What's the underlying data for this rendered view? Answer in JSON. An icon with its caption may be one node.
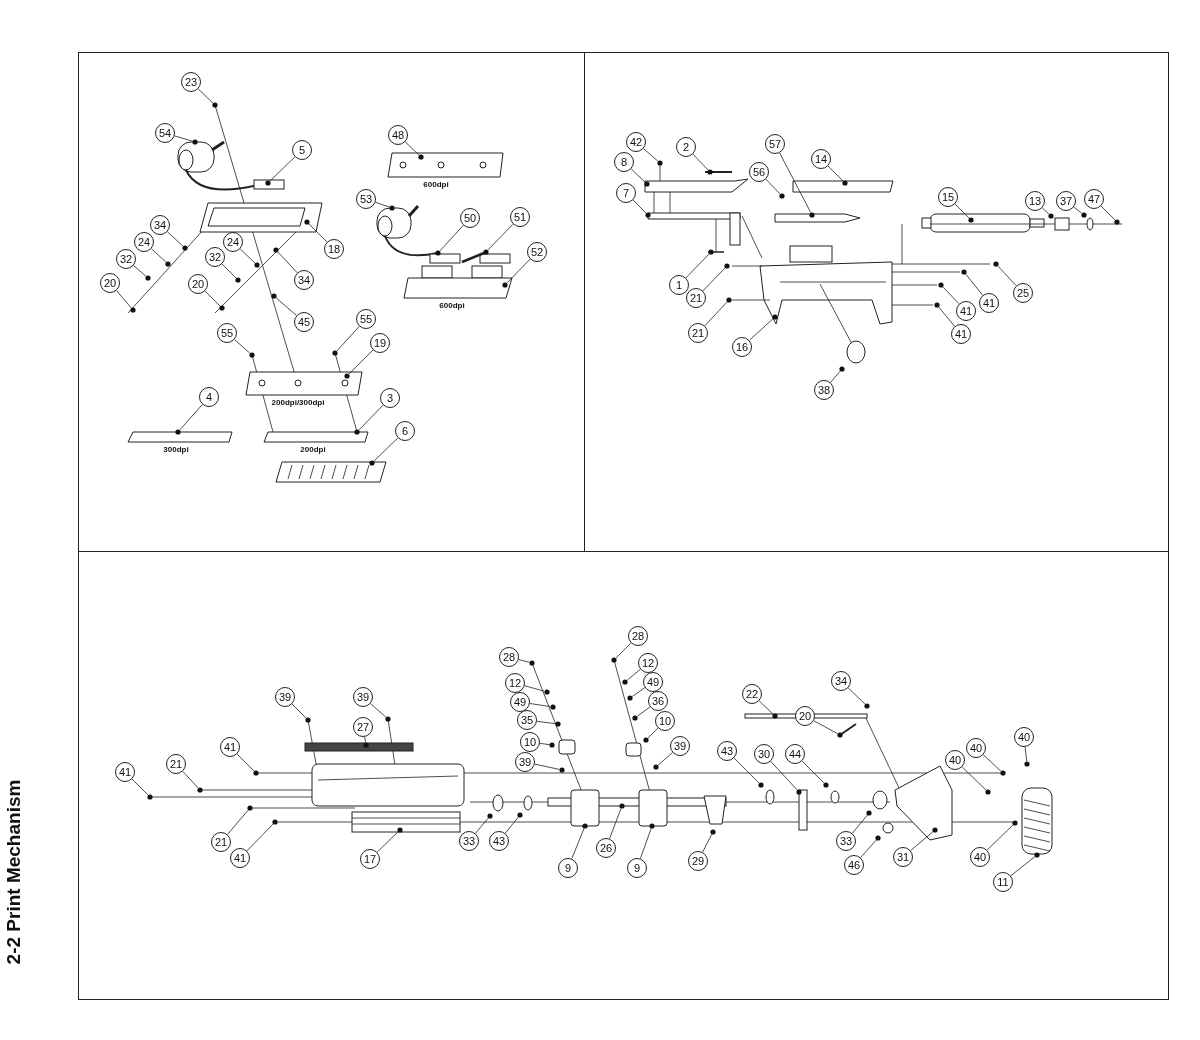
{
  "diagram": {
    "title": "2-2 Print Mechanism",
    "nodes": [
      {
        "text": [
          "23"
        ]
      },
      {
        "text": [
          "54"
        ]
      },
      {
        "text": [
          "5"
        ]
      },
      {
        "text": [
          "48"
        ]
      },
      {
        "text": [
          "53"
        ]
      },
      {
        "text": [
          "50"
        ]
      },
      {
        "text": [
          "51"
        ]
      },
      {
        "text": [
          "34"
        ]
      },
      {
        "text": [
          "18"
        ]
      },
      {
        "text": [
          "24"
        ]
      },
      {
        "text": [
          "24"
        ]
      },
      {
        "text": [
          "32"
        ]
      },
      {
        "text": [
          "32"
        ]
      },
      {
        "text": [
          "34"
        ]
      },
      {
        "text": [
          "20"
        ]
      },
      {
        "text": [
          "20"
        ]
      },
      {
        "text": [
          "52"
        ]
      },
      {
        "text": [
          "45"
        ]
      },
      {
        "text": [
          "55"
        ]
      },
      {
        "text": [
          "55"
        ]
      },
      {
        "text": [
          "19"
        ]
      },
      {
        "text": [
          "4"
        ]
      },
      {
        "text": [
          "3"
        ]
      },
      {
        "text": [
          "6"
        ]
      },
      {
        "text": [
          "42"
        ]
      },
      {
        "text": [
          "2"
        ]
      },
      {
        "text": [
          "57"
        ]
      },
      {
        "text": [
          "14"
        ]
      },
      {
        "text": [
          "8"
        ]
      },
      {
        "text": [
          "56"
        ]
      },
      {
        "text": [
          "7"
        ]
      },
      {
        "text": [
          "15"
        ]
      },
      {
        "text": [
          "13"
        ]
      },
      {
        "text": [
          "37"
        ]
      },
      {
        "text": [
          "47"
        ]
      },
      {
        "text": [
          "1"
        ]
      },
      {
        "text": [
          "21"
        ]
      },
      {
        "text": [
          "25"
        ]
      },
      {
        "text": [
          "41"
        ]
      },
      {
        "text": [
          "41"
        ]
      },
      {
        "text": [
          "21"
        ]
      },
      {
        "text": [
          "41"
        ]
      },
      {
        "text": [
          "16"
        ]
      },
      {
        "text": [
          "38"
        ]
      },
      {
        "text": [
          "28"
        ]
      },
      {
        "text": [
          "28"
        ]
      },
      {
        "text": [
          "12"
        ]
      },
      {
        "text": [
          "12"
        ]
      },
      {
        "text": [
          "49"
        ]
      },
      {
        "text": [
          "49"
        ]
      },
      {
        "text": [
          "35"
        ]
      },
      {
        "text": [
          "36"
        ]
      },
      {
        "text": [
          "10"
        ]
      },
      {
        "text": [
          "10"
        ]
      },
      {
        "text": [
          "39"
        ]
      },
      {
        "text": [
          "39"
        ]
      },
      {
        "text": [
          "39"
        ]
      },
      {
        "text": [
          "39"
        ]
      },
      {
        "text": [
          "27"
        ]
      },
      {
        "text": [
          "22"
        ]
      },
      {
        "text": [
          "34"
        ]
      },
      {
        "text": [
          "20"
        ]
      },
      {
        "text": [
          "40"
        ]
      },
      {
        "text": [
          "40"
        ]
      },
      {
        "text": [
          "40"
        ]
      },
      {
        "text": [
          "41"
        ]
      },
      {
        "text": [
          "21"
        ]
      },
      {
        "text": [
          "41"
        ]
      },
      {
        "text": [
          "43"
        ]
      },
      {
        "text": [
          "30"
        ]
      },
      {
        "text": [
          "44"
        ]
      },
      {
        "text": [
          "21"
        ]
      },
      {
        "text": [
          "41"
        ]
      },
      {
        "text": [
          "17"
        ]
      },
      {
        "text": [
          "33"
        ]
      },
      {
        "text": [
          "43"
        ]
      },
      {
        "text": [
          "9"
        ]
      },
      {
        "text": [
          "26"
        ]
      },
      {
        "text": [
          "9"
        ]
      },
      {
        "text": [
          "29"
        ]
      },
      {
        "text": [
          "33"
        ]
      },
      {
        "text": [
          "46"
        ]
      },
      {
        "text": [
          "31"
        ]
      },
      {
        "text": [
          "40"
        ]
      },
      {
        "text": [
          "11"
        ]
      },
      {
        "text": [],
        "shape": "circle"
      },
      {
        "text": [],
        "shape": "circle"
      },
      {
        "text": [],
        "shape": "circle"
      },
      {
        "text": [],
        "shape": "circle"
      },
      {
        "text": [],
        "shape": "circle"
      },
      {
        "text": [],
        "shape": "circle"
      },
      {
        "text": [],
        "shape": "circle"
      },
      {
        "text": [],
        "shape": "circle"
      },
      {
        "text": [],
        "shape": "circle"
      },
      {
        "text": [],
        "shape": "circle"
      },
      {
        "text": [],
        "shape": "circle"
      },
      {
        "text": [],
        "shape": "circle"
      },
      {
        "text": [],
        "shape": "circle"
      },
      {
        "text": [],
        "shape": "circle"
      },
      {
        "text": [],
        "shape": "circle"
      },
      {
        "text": [],
        "shape": "circle"
      },
      {
        "text": [],
        "shape": "circle"
      },
      {
        "text": [],
        "shape": "circle"
      },
      {
        "text": [],
        "shape": "circle"
      },
      {
        "text": [],
        "shape": "circle"
      },
      {
        "text": [],
        "shape": "circle"
      },
      {
        "text": [],
        "shape": "circle"
      },
      {
        "text": [],
        "shape": "circle"
      },
      {
        "text": [],
        "shape": "circle"
      },
      {
        "text": [],
        "shape": "circle"
      },
      {
        "text": [],
        "shape": "circle"
      },
      {
        "text": [],
        "shape": "circle"
      },
      {
        "text": [],
        "shape": "circle"
      },
      {
        "text": [],
        "shape": "circle"
      },
      {
        "text": [],
        "shape": "circle"
      },
      {
        "text": [],
        "shape": "circle"
      },
      {
        "text": [],
        "shape": "circle"
      },
      {
        "text": [],
        "shape": "circle"
      },
      {
        "text": [],
        "shape": "circle"
      },
      {
        "text": [],
        "shape": "circle"
      },
      {
        "text": [],
        "shape": "circle"
      },
      {
        "text": [],
        "shape": "circle"
      },
      {
        "text": [],
        "shape": "circle"
      },
      {
        "text": [],
        "shape": "circle"
      },
      {
        "text": [],
        "shape": "circle"
      },
      {
        "text": [],
        "shape": "circle"
      },
      {
        "text": [],
        "shape": "circle"
      },
      {
        "text": [],
        "shape": "circle"
      },
      {
        "text": [],
        "shape": "circle"
      },
      {
        "text": [],
        "shape": "circle"
      },
      {
        "text": [],
        "shape": "circle"
      },
      {
        "text": [],
        "shape": "circle"
      },
      {
        "text": [],
        "shape": "circle"
      },
      {
        "text": [],
        "shape": "circle"
      },
      {
        "text": [],
        "shape": "circle"
      },
      {
        "text": [],
        "shape": "circle"
      },
      {
        "text": [],
        "shape": "circle"
      },
      {
        "text": [],
        "shape": "circle"
      },
      {
        "text": [],
        "shape": "circle"
      },
      {
        "text": [],
        "shape": "circle"
      },
      {
        "text": [],
        "shape": "circle"
      },
      {
        "text": [],
        "shape": "circle"
      },
      {
        "text": [],
        "shape": "circle"
      },
      {
        "text": [],
        "shape": "circle"
      },
      {
        "text": [],
        "shape": "circle"
      },
      {
        "text": [],
        "shape": "circle"
      },
      {
        "text": [],
        "shape": "circle"
      },
      {
        "text": [],
        "shape": "circle"
      },
      {
        "text": [],
        "shape": "circle"
      },
      {
        "text": [],
        "shape": "circle"
      },
      {
        "text": [],
        "shape": "circle"
      },
      {
        "text": [],
        "shape": "circle"
      },
      {
        "text": [],
        "shape": "circle"
      },
      {
        "text": [],
        "shape": "circle"
      },
      {
        "text": [],
        "shape": "circle"
      },
      {
        "text": [],
        "shape": "circle"
      },
      {
        "text": [],
        "shape": "circle"
      },
      {
        "text": [],
        "shape": "circle"
      },
      {
        "text": [],
        "shape": "circle"
      },
      {
        "text": [],
        "shape": "circle"
      },
      {
        "text": [],
        "shape": "circle"
      },
      {
        "text": [],
        "shape": "circle"
      },
      {
        "text": [],
        "shape": "circle"
      },
      {
        "text": [],
        "shape": "circle"
      },
      {
        "text": [],
        "shape": "circle"
      },
      {
        "text": [],
        "shape": "circle"
      },
      {
        "text": [],
        "shape": "circle"
      },
      {
        "text": [],
        "shape": "circle"
      },
      {
        "text": [],
        "shape": "circle"
      },
      {
        "text": [],
        "shape": "circle"
      }
    ],
    "edges": [
      {
        "from": 0,
        "to": 85,
        "arrow": "none"
      },
      {
        "from": 1,
        "to": 86,
        "arrow": "none"
      },
      {
        "from": 2,
        "to": 87,
        "arrow": "none"
      },
      {
        "from": 3,
        "to": 88,
        "arrow": "none"
      },
      {
        "from": 4,
        "to": 89,
        "arrow": "none"
      },
      {
        "from": 5,
        "to": 90,
        "arrow": "none"
      },
      {
        "from": 6,
        "to": 91,
        "arrow": "none"
      },
      {
        "from": 7,
        "to": 92,
        "arrow": "none"
      },
      {
        "from": 8,
        "to": 93,
        "arrow": "none"
      },
      {
        "from": 9,
        "to": 94,
        "arrow": "none"
      },
      {
        "from": 10,
        "to": 95,
        "arrow": "none"
      },
      {
        "from": 11,
        "to": 96,
        "arrow": "none"
      },
      {
        "from": 12,
        "to": 97,
        "arrow": "none"
      },
      {
        "from": 13,
        "to": 98,
        "arrow": "none"
      },
      {
        "from": 14,
        "to": 99,
        "arrow": "none"
      },
      {
        "from": 15,
        "to": 100,
        "arrow": "none"
      },
      {
        "from": 16,
        "to": 101,
        "arrow": "none"
      },
      {
        "from": 17,
        "to": 102,
        "arrow": "none"
      },
      {
        "from": 18,
        "to": 103,
        "arrow": "none"
      },
      {
        "from": 19,
        "to": 104,
        "arrow": "none"
      },
      {
        "from": 20,
        "to": 105,
        "arrow": "none"
      },
      {
        "from": 21,
        "to": 106,
        "arrow": "none"
      },
      {
        "from": 22,
        "to": 107,
        "arrow": "none"
      },
      {
        "from": 23,
        "to": 108,
        "arrow": "none"
      },
      {
        "from": 24,
        "to": 109,
        "arrow": "none"
      },
      {
        "from": 25,
        "to": 110,
        "arrow": "none"
      },
      {
        "from": 26,
        "to": 111,
        "arrow": "none"
      },
      {
        "from": 27,
        "to": 112,
        "arrow": "none"
      },
      {
        "from": 28,
        "to": 113,
        "arrow": "none"
      },
      {
        "from": 29,
        "to": 114,
        "arrow": "none"
      },
      {
        "from": 30,
        "to": 115,
        "arrow": "none"
      },
      {
        "from": 31,
        "to": 116,
        "arrow": "none"
      },
      {
        "from": 32,
        "to": 117,
        "arrow": "none"
      },
      {
        "from": 33,
        "to": 118,
        "arrow": "none"
      },
      {
        "from": 34,
        "to": 119,
        "arrow": "none"
      },
      {
        "from": 35,
        "to": 120,
        "arrow": "none"
      },
      {
        "from": 36,
        "to": 121,
        "arrow": "none"
      },
      {
        "from": 37,
        "to": 122,
        "arrow": "none"
      },
      {
        "from": 38,
        "to": 123,
        "arrow": "none"
      },
      {
        "from": 39,
        "to": 124,
        "arrow": "none"
      },
      {
        "from": 40,
        "to": 125,
        "arrow": "none"
      },
      {
        "from": 41,
        "to": 126,
        "arrow": "none"
      },
      {
        "from": 42,
        "to": 127,
        "arrow": "none"
      },
      {
        "from": 43,
        "to": 128,
        "arrow": "none"
      },
      {
        "from": 44,
        "to": 129,
        "arrow": "none"
      },
      {
        "from": 45,
        "to": 130,
        "arrow": "none"
      },
      {
        "from": 46,
        "to": 131,
        "arrow": "none"
      },
      {
        "from": 47,
        "to": 132,
        "arrow": "none"
      },
      {
        "from": 48,
        "to": 133,
        "arrow": "none"
      },
      {
        "from": 49,
        "to": 134,
        "arrow": "none"
      },
      {
        "from": 50,
        "to": 135,
        "arrow": "none"
      },
      {
        "from": 51,
        "to": 136,
        "arrow": "none"
      },
      {
        "from": 52,
        "to": 137,
        "arrow": "none"
      },
      {
        "from": 53,
        "to": 138,
        "arrow": "none"
      },
      {
        "from": 54,
        "to": 139,
        "arrow": "none"
      },
      {
        "from": 55,
        "to": 140,
        "arrow": "none"
      },
      {
        "from": 56,
        "to": 141,
        "arrow": "none"
      },
      {
        "from": 57,
        "to": 142,
        "arrow": "none"
      },
      {
        "from": 58,
        "to": 143,
        "arrow": "none"
      },
      {
        "from": 59,
        "to": 144,
        "arrow": "none"
      },
      {
        "from": 60,
        "to": 145,
        "arrow": "none"
      },
      {
        "from": 61,
        "to": 146,
        "arrow": "none"
      },
      {
        "from": 62,
        "to": 147,
        "arrow": "none"
      },
      {
        "from": 63,
        "to": 148,
        "arrow": "none"
      },
      {
        "from": 64,
        "to": 149,
        "arrow": "none"
      },
      {
        "from": 65,
        "to": 150,
        "arrow": "none"
      },
      {
        "from": 66,
        "to": 151,
        "arrow": "none"
      },
      {
        "from": 67,
        "to": 152,
        "arrow": "none"
      },
      {
        "from": 68,
        "to": 153,
        "arrow": "none"
      },
      {
        "from": 69,
        "to": 154,
        "arrow": "none"
      },
      {
        "from": 70,
        "to": 155,
        "arrow": "none"
      },
      {
        "from": 71,
        "to": 156,
        "arrow": "none"
      },
      {
        "from": 72,
        "to": 157,
        "arrow": "none"
      },
      {
        "from": 73,
        "to": 158,
        "arrow": "none"
      },
      {
        "from": 74,
        "to": 159,
        "arrow": "none"
      },
      {
        "from": 75,
        "to": 160,
        "arrow": "none"
      },
      {
        "from": 76,
        "to": 161,
        "arrow": "none"
      },
      {
        "from": 77,
        "to": 162,
        "arrow": "none"
      },
      {
        "from": 78,
        "to": 163,
        "arrow": "none"
      },
      {
        "from": 79,
        "to": 164,
        "arrow": "none"
      },
      {
        "from": 80,
        "to": 165,
        "arrow": "none"
      },
      {
        "from": 81,
        "to": 166,
        "arrow": "none"
      },
      {
        "from": 82,
        "to": 167,
        "arrow": "none"
      },
      {
        "from": 83,
        "to": 168,
        "arrow": "none"
      },
      {
        "from": 84,
        "to": 169,
        "arrow": "none"
      }
    ],
    "labels": [
      "600dpi",
      "600dpi",
      "200dpi/300dpi",
      "300dpi",
      "200dpi"
    ]
  }
}
